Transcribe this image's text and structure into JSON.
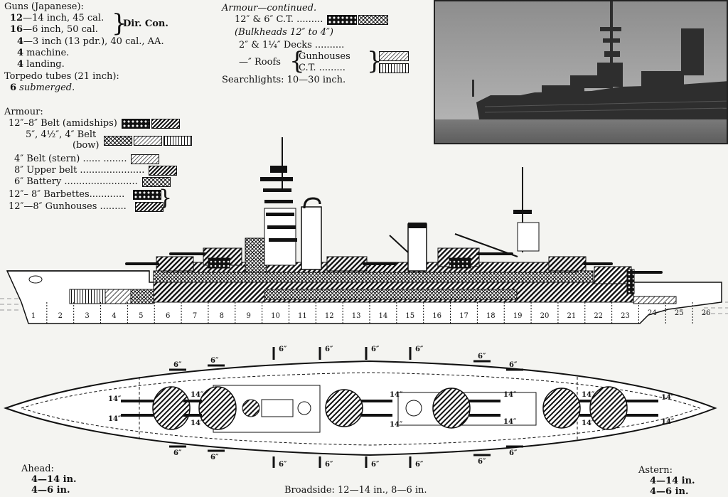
{
  "guns": {
    "title": "Guns (Japanese):",
    "main": {
      "count": "12",
      "desc": "—14 inch, 45 cal."
    },
    "secondary": {
      "count": "16",
      "desc": "—6 inch, 50 cal."
    },
    "dir_con": "Dir. Con.",
    "aa": {
      "count": "4",
      "desc": "—3 inch (13 pdr.), 40 cal., AA."
    },
    "machine": {
      "count": "4",
      "desc": " machine."
    },
    "landing": {
      "count": "4",
      "desc": " landing."
    },
    "torpedo_title": "Torpedo tubes (21 inch):",
    "torpedo": {
      "count": "6",
      "desc": " submerged."
    }
  },
  "armour_left": {
    "title": "Armour:",
    "rows": [
      "12″–8″ Belt (amidships)",
      "5″, 4½″, 4″ Belt",
      "(bow)",
      "4″ Belt (stern) ...... ........",
      "8″ Upper belt ......................",
      "6″ Battery .........................",
      "12″– 8″ Barbettes............",
      "12″—8″ Gunhouses ........."
    ]
  },
  "armour_right": {
    "title": "Armour—continued.",
    "ct": "12″ & 6″ C.T. .........",
    "bulkheads": "(Bulkheads 12″ to 4″)",
    "decks": "2″ & 1¼″ Decks ..........",
    "roofs_prefix": "—″ Roofs",
    "gunhouses": "Gunhouses",
    "ct2": "C.T. .........",
    "searchlights": "Searchlights: 10—30 inch."
  },
  "profile": {
    "sections": [
      "1",
      "2",
      "3",
      "4",
      "5",
      "6",
      "7",
      "8",
      "9",
      "10",
      "11",
      "12",
      "13",
      "14",
      "15",
      "16",
      "17",
      "18",
      "19",
      "20",
      "21",
      "22",
      "23",
      "24",
      "25",
      "26"
    ]
  },
  "plan": {
    "labels": {
      "six": "6″",
      "fourteen": "14″",
      "fourteen_short": "14″"
    }
  },
  "fire": {
    "ahead_title": "Ahead:",
    "ahead_1": "4—14 in.",
    "ahead_2": "4—6 in.",
    "astern_title": "Astern:",
    "astern_1": "4—14 in.",
    "astern_2": "4—6 in.",
    "broadside": "Broadside: 12—14 in., 8—6 in."
  }
}
